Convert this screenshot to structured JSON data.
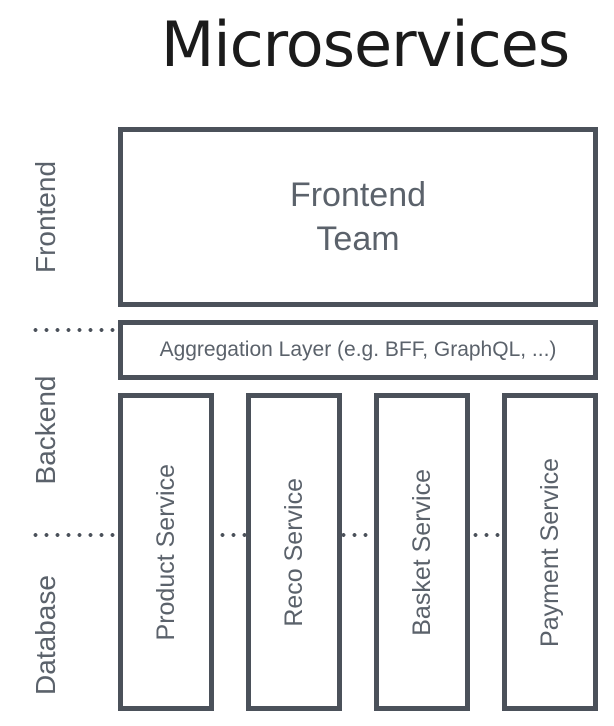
{
  "title": "Microservices",
  "colors": {
    "border": "#4b515a",
    "text": "#5b626b",
    "title": "#1b1b1b",
    "bg": "#ffffff"
  },
  "layers": {
    "frontend": "Frontend",
    "backend": "Backend",
    "database": "Database"
  },
  "frontend_team": {
    "line1": "Frontend",
    "line2": "Team"
  },
  "aggregation": {
    "label": "Aggregation Layer (e.g. BFF, GraphQL, ...)"
  },
  "services": [
    {
      "label": "Product Service"
    },
    {
      "label": "Reco Service"
    },
    {
      "label": "Basket Service"
    },
    {
      "label": "Payment Service"
    }
  ]
}
